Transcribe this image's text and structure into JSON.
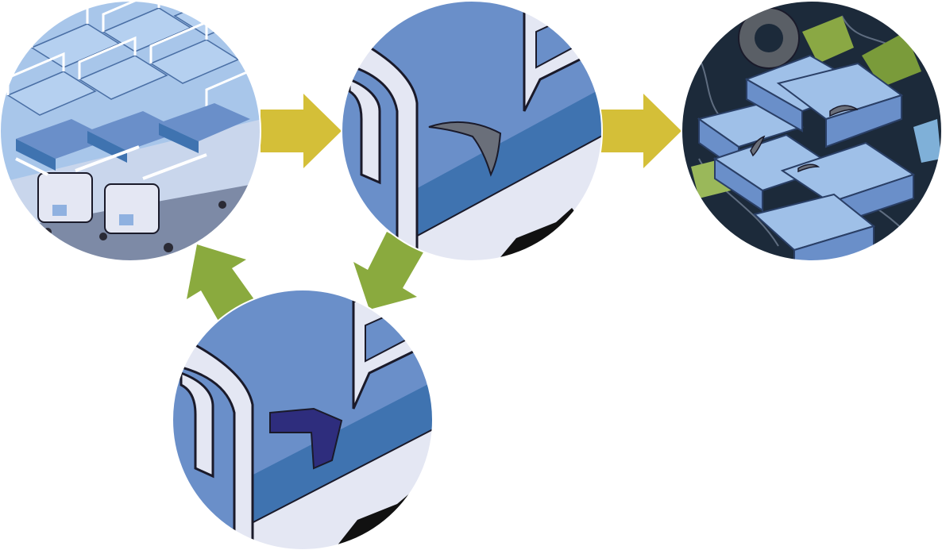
{
  "panels": [
    {
      "id": "fleet",
      "icon": "hospital-beds-fleet-icon"
    },
    {
      "id": "damaged",
      "icon": "torn-mattress-icon"
    },
    {
      "id": "repaired",
      "icon": "patched-mattress-icon"
    },
    {
      "id": "landfill",
      "icon": "discarded-mattresses-icon"
    }
  ],
  "arrows": [
    {
      "from": "fleet",
      "to": "damaged",
      "color": "#d4bf38"
    },
    {
      "from": "damaged",
      "to": "landfill",
      "color": "#d4bf38"
    },
    {
      "from": "damaged",
      "to": "repaired",
      "color": "#8aaa3e"
    },
    {
      "from": "repaired",
      "to": "fleet",
      "color": "#8aaa3e"
    }
  ],
  "colors": {
    "mattress_top": "#6a8fc9",
    "mattress_side": "#3f73b0",
    "mattress_light": "#9fc0e8",
    "frame": "#e4e7f3",
    "frame_outline": "#1a1a2a",
    "patch": "#2e2d7d",
    "sky": "#a8c6ea",
    "arrow_yellow": "#d4bf38",
    "arrow_green": "#8aaa3e",
    "background": "#ffffff"
  }
}
